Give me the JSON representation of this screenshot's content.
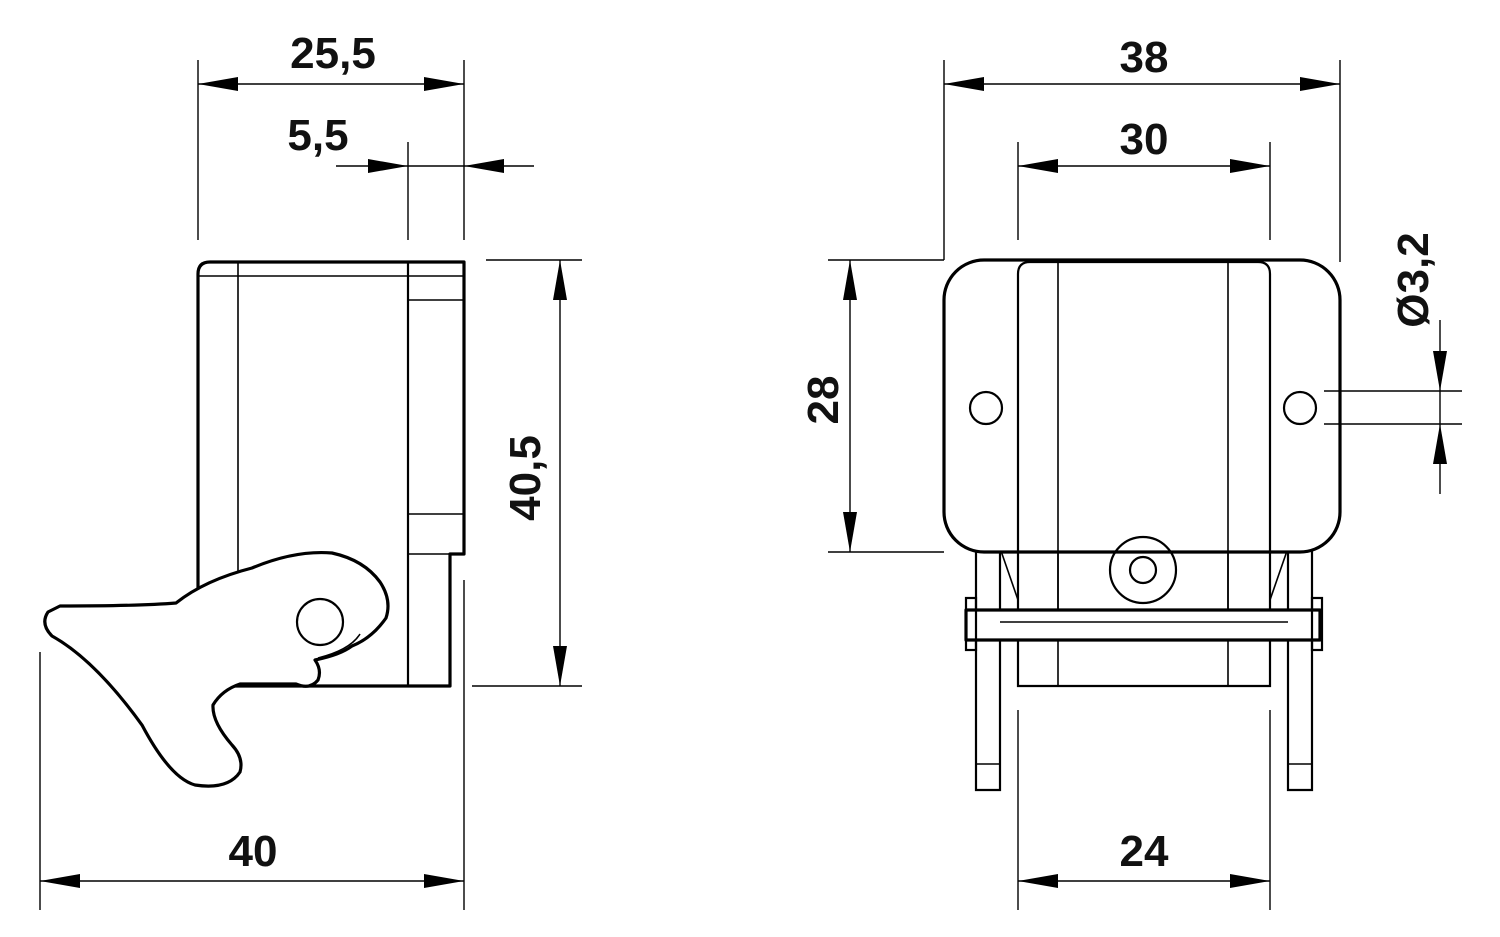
{
  "colors": {
    "line": "#000000",
    "background": "#ffffff"
  },
  "dimensions": {
    "side_width": "25,5",
    "side_offset": "5,5",
    "side_height": "40,5",
    "side_overall": "40",
    "front_width": "38",
    "front_inner": "30",
    "front_height": "28",
    "front_hole": "Ø3,2",
    "front_bottom": "24"
  }
}
